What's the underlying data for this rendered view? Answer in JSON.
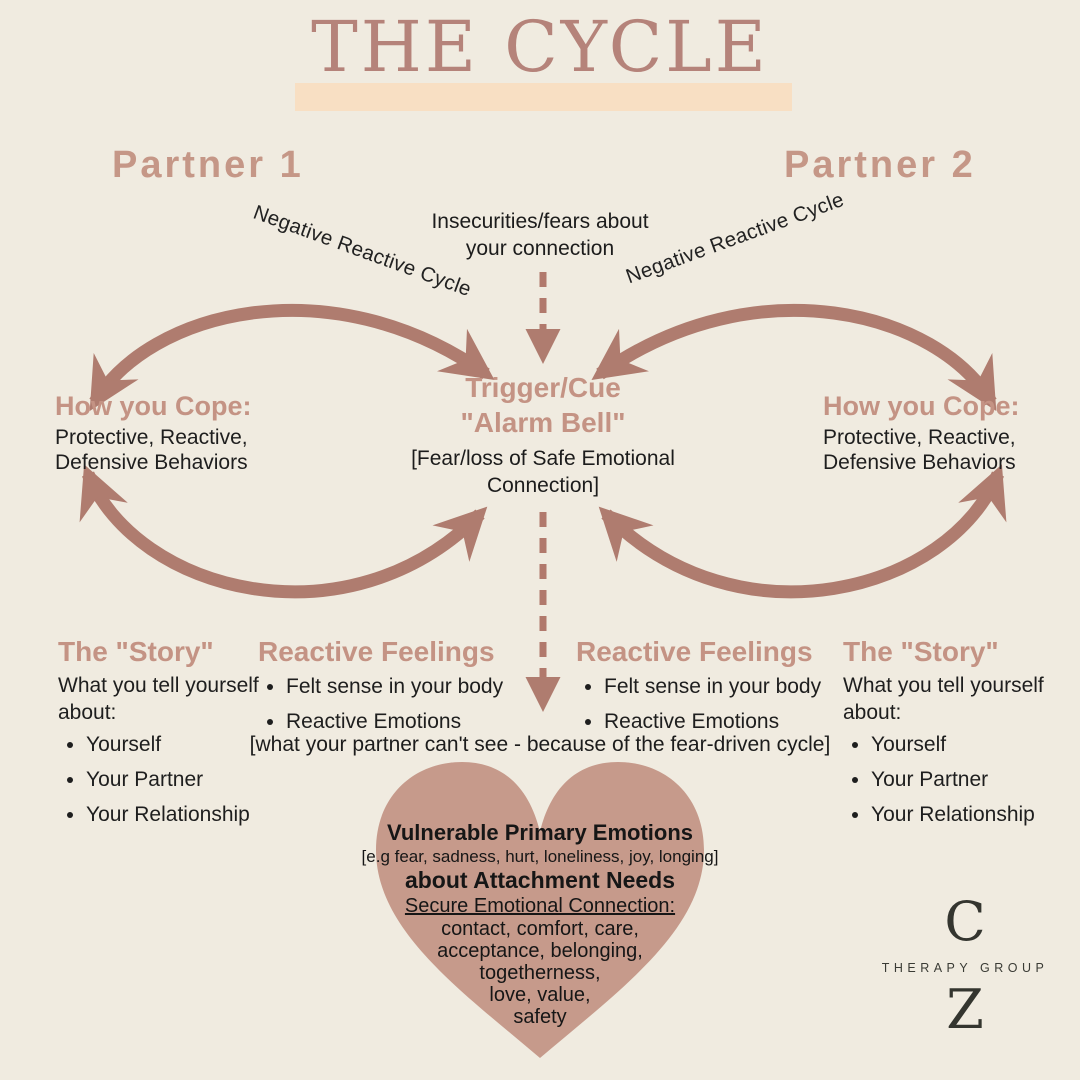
{
  "title": "THE CYCLE",
  "partners": {
    "left": "Partner 1",
    "right": "Partner 2"
  },
  "cycle_labels": {
    "left": "Negative Reactive Cycle",
    "right": "Negative Reactive Cycle"
  },
  "center": {
    "insecurities": "Insecurities/fears about your connection",
    "trigger_line1": "Trigger/Cue",
    "trigger_line2": "\"Alarm Bell\"",
    "trigger_sub": "[Fear/loss of Safe Emotional Connection]"
  },
  "cope": {
    "heading": "How you Cope:",
    "body": "Protective, Reactive, Defensive Behaviors"
  },
  "story": {
    "heading": "The \"Story\"",
    "intro": "What you tell yourself about:",
    "bullets": [
      "Yourself",
      "Your Partner",
      "Your Relationship"
    ]
  },
  "reactive_feelings": {
    "heading": "Reactive Feelings",
    "bullets": [
      "Felt sense in your body",
      "Reactive Emotions"
    ]
  },
  "cant_see_note": "[what your partner can't see - because of the fear-driven cycle]",
  "heart": {
    "title": "Vulnerable Primary Emotions",
    "examples": "[e.g fear, sadness, hurt, loneliness, joy, longing]",
    "subtitle": "about Attachment Needs",
    "underlined": "Secure Emotional Connection:",
    "needs": [
      "contact, comfort, care,",
      "acceptance, belonging,",
      "togetherness,",
      "love, value,",
      "safety"
    ]
  },
  "logo": {
    "letter_top": "C",
    "text": "THERAPY GROUP",
    "letter_bottom": "Z"
  },
  "colors": {
    "background": "#f0ebe0",
    "title_rose": "#b5837a",
    "highlight_bar": "#f8dfc3",
    "arrow_rose": "#af7c6f",
    "heading_rose": "#c49384",
    "partner_rose": "#c59787",
    "heart_fill": "#c69a8b",
    "body_text": "#1e1e1e",
    "logo_charcoal": "#34352f"
  }
}
